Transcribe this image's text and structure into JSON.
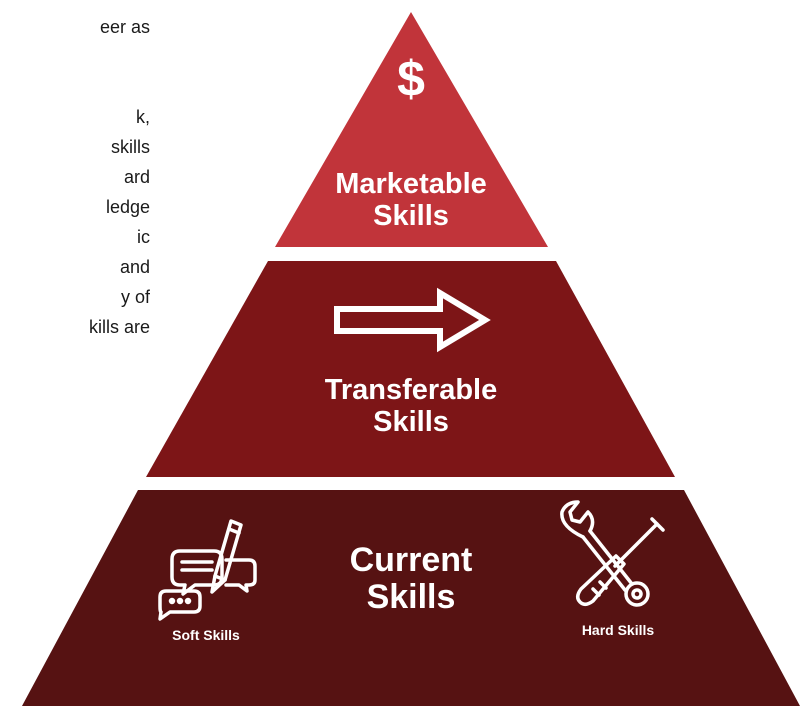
{
  "intro_text": {
    "lines": [
      "eer as",
      "",
      "",
      "k,",
      "skills",
      "ard",
      "ledge",
      "ic",
      " and",
      "y of",
      "kills are"
    ]
  },
  "colors": {
    "top_tier": "#c1343a",
    "middle_tier": "#7d1517",
    "bottom_tier": "#561212",
    "text": "#ffffff"
  },
  "pyramid": {
    "tiers": [
      {
        "label": "Marketable\nSkills",
        "icon": "dollar-icon",
        "icon_glyph": "$"
      },
      {
        "label": "Transferable\nSkills",
        "icon": "right-arrow-icon"
      },
      {
        "label": "Current\nSkills",
        "left_icon": "pencil-chat-icon",
        "left_caption": "Soft Skills",
        "right_icon": "wrench-screwdriver-icon",
        "right_caption": "Hard Skills"
      }
    ]
  }
}
